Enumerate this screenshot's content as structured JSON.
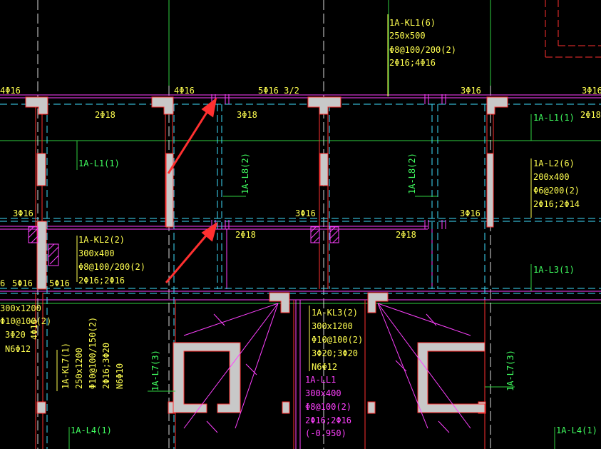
{
  "colors": {
    "background": "#000000",
    "beam_text": "#ffff50",
    "secondary_beam_text": "#40ff60",
    "lintel_text": "#ff40ff",
    "column_fill": "#c8c8c8",
    "column_edge": "#ff3030",
    "beam_line": "#ff40ff",
    "axis_line": "#40e0ff",
    "arrow": "#ff3030"
  },
  "beams": {
    "kl1": {
      "name": "1A-KL1(6)",
      "size": "250x500",
      "stirrups": "Φ8@100/200(2)",
      "bars": "2Φ16;4Φ16"
    },
    "kl2": {
      "name": "1A-KL2(2)",
      "size": "300x400",
      "stirrups": "Φ8@100/200(2)",
      "bars": "2Φ16;2Φ16"
    },
    "kl3": {
      "name": "1A-KL3(2)",
      "size": "300x1200",
      "stirrups": "Φ10@100(2)",
      "bars": "3Φ20;3Φ20",
      "side": "N6Φ12"
    },
    "kl7": {
      "name": "1A-KL7(1)",
      "size": "250x1200",
      "stirrups": "Φ10@100/150(2)",
      "bars": "2Φ16;3Φ20",
      "side": "N6Φ10"
    },
    "kl_left": {
      "size": "300x1200",
      "stirrups": "Φ10@100(2)",
      "bars": "3Φ20",
      "bars2": "4Φ16",
      "side": "N6Φ12"
    },
    "l2": {
      "name": "1A-L2(6)",
      "size": "200x400",
      "stirrups": "Φ6@200(2)",
      "bars": "2Φ16;2Φ14"
    },
    "ll1": {
      "name": "1A-LL1",
      "size": "300x400",
      "stirrups": "Φ8@100(2)",
      "bars": "2Φ16;2Φ16",
      "elevation": "(-0.950)"
    }
  },
  "rebar_labels": {
    "top_left": "4Φ16",
    "top_2": "4Φ16",
    "top_3": "5Φ16 3/2",
    "top_4": "3Φ16",
    "top_right": "3Φ16",
    "row1_a": "2Φ18",
    "row1_b": "3Φ18",
    "row1_c": "2Φ18",
    "mid_left": "3Φ16",
    "mid_center": "3Φ16",
    "mid_right": "3Φ16",
    "row2_a": "2Φ18",
    "row2_b": "2Φ18",
    "low_left_a": "6",
    "low_left_b": "5Φ16",
    "low_left_c": "5Φ16"
  },
  "secondary_beams": {
    "l1_left": "1A-L1(1)",
    "l1_right": "1A-L1(1)",
    "l8_left": "1A-L8(2)",
    "l8_right": "1A-L8(2)",
    "l3": "1A-L3(1)",
    "l7_left": "1A-L7(3)",
    "l7_right": "1A-L7(3)",
    "l4_left": "1A-L4(1)",
    "l4_right": "1A-L4(1)"
  }
}
